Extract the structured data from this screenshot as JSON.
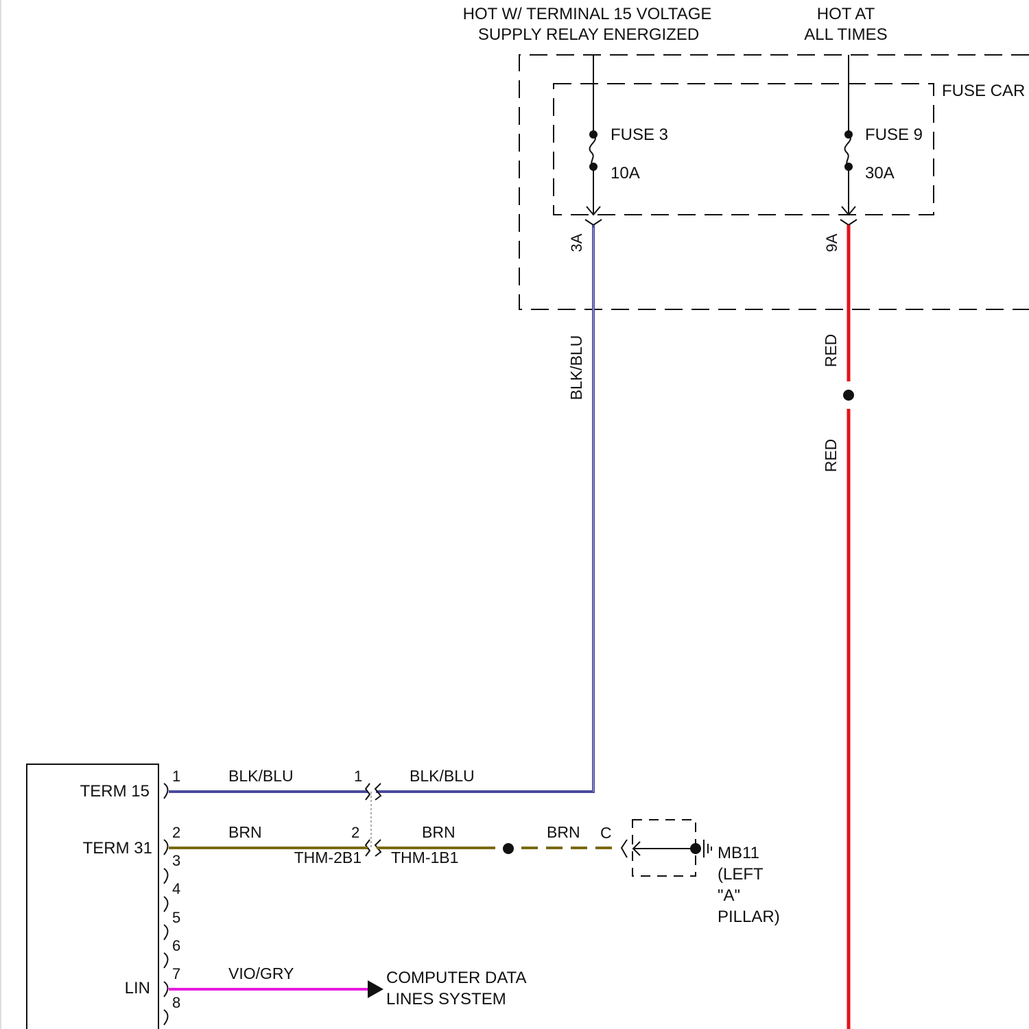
{
  "sources": {
    "term15_supply": [
      "HOT W/ TERMINAL 15 VOLTAGE",
      "SUPPLY RELAY ENERGIZED"
    ],
    "always_hot": [
      "HOT AT",
      "ALL TIMES"
    ]
  },
  "fuse_box": {
    "label": "FUSE CAR",
    "fuse3": {
      "name": "FUSE 3",
      "rating": "10A",
      "terminal": "3A"
    },
    "fuse9": {
      "name": "FUSE 9",
      "rating": "30A",
      "terminal": "9A"
    }
  },
  "wires": {
    "blk_blu": "BLK/BLU",
    "red": "RED",
    "brn": "BRN",
    "vio_gry": "VIO/GRY"
  },
  "module": {
    "pins": [
      {
        "number": "1",
        "label": "TERM 15"
      },
      {
        "number": "2",
        "label": "TERM 31"
      },
      {
        "number": "3",
        "label": ""
      },
      {
        "number": "4",
        "label": ""
      },
      {
        "number": "5",
        "label": ""
      },
      {
        "number": "6",
        "label": ""
      },
      {
        "number": "7",
        "label": ""
      },
      {
        "number": "8",
        "label": "LIN"
      }
    ]
  },
  "inline_connector": {
    "pin1": "1",
    "pin2": "2",
    "side_a": "THM-2B1",
    "side_b": "THM-1B1"
  },
  "ground": {
    "connector": "C",
    "lines": [
      "MB11",
      "(LEFT",
      "\"A\"",
      "PILLAR)"
    ]
  },
  "data_link": {
    "lines": [
      "COMPUTER DATA",
      "LINES SYSTEM"
    ]
  },
  "colors": {
    "blk_blu": "#4a4a9c",
    "red": "#e3121b",
    "brn": "#7a6a12",
    "vio_gry": "#e81be0",
    "ink": "#111111"
  }
}
